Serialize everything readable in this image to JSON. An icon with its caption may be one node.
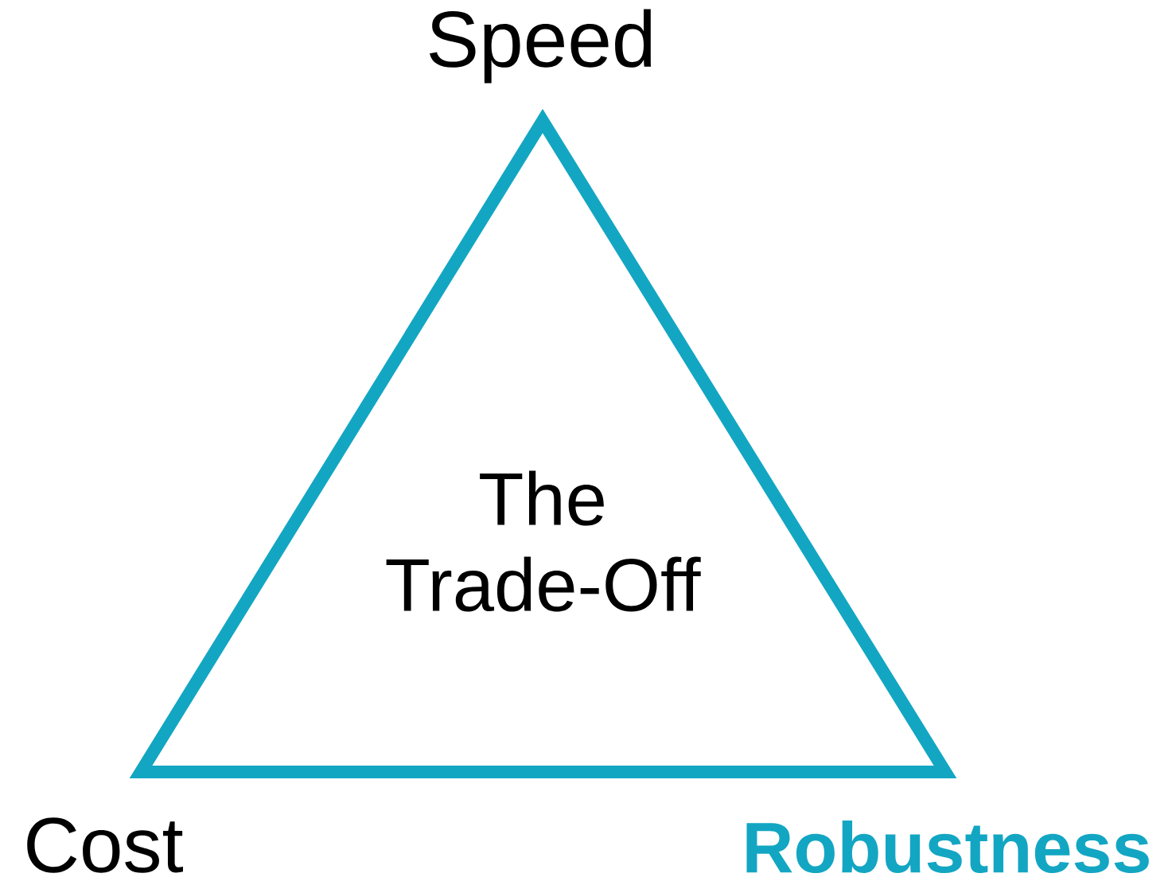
{
  "diagram": {
    "nodes": [
      {
        "text": [
          "The Trade-Off"
        ]
      }
    ],
    "labels": [
      "Speed",
      "Cost",
      "Robustness"
    ]
  }
}
